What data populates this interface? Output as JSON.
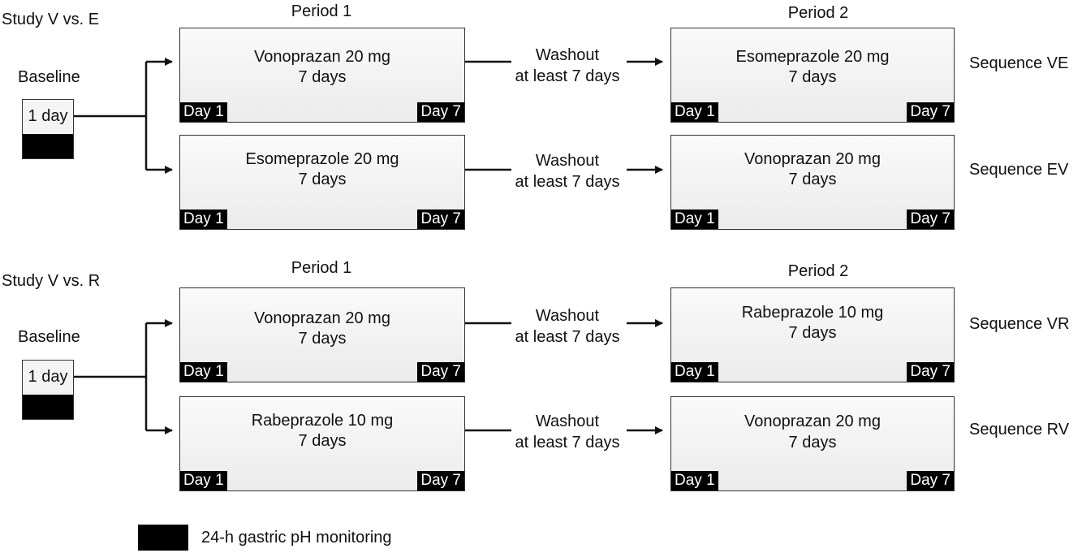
{
  "studies": [
    {
      "title": "Study V vs. E",
      "period1_label": "Period 1",
      "period2_label": "Period 2",
      "baseline_label": "Baseline",
      "baseline_box": "1 day",
      "arms": [
        {
          "p1_drug": "Vonoprazan 20 mg",
          "p1_duration": "7 days",
          "washout_line1": "Washout",
          "washout_line2": "at least 7 days",
          "p2_drug": "Esomeprazole 20 mg",
          "p2_duration": "7 days",
          "sequence": "Sequence VE",
          "day_start": "Day 1",
          "day_end": "Day 7"
        },
        {
          "p1_drug": "Esomeprazole 20 mg",
          "p1_duration": "7 days",
          "washout_line1": "Washout",
          "washout_line2": "at least 7 days",
          "p2_drug": "Vonoprazan 20 mg",
          "p2_duration": "7 days",
          "sequence": "Sequence EV",
          "day_start": "Day 1",
          "day_end": "Day 7"
        }
      ]
    },
    {
      "title": "Study V vs. R",
      "period1_label": "Period 1",
      "period2_label": "Period 2",
      "baseline_label": "Baseline",
      "baseline_box": "1 day",
      "arms": [
        {
          "p1_drug": "Vonoprazan 20 mg",
          "p1_duration": "7 days",
          "washout_line1": "Washout",
          "washout_line2": "at least 7 days",
          "p2_drug": "Rabeprazole 10 mg",
          "p2_duration": "7 days",
          "sequence": "Sequence VR",
          "day_start": "Day 1",
          "day_end": "Day 7"
        },
        {
          "p1_drug": "Rabeprazole 10 mg",
          "p1_duration": "7 days",
          "washout_line1": "Washout",
          "washout_line2": "at least 7 days",
          "p2_drug": "Vonoprazan 20 mg",
          "p2_duration": "7 days",
          "sequence": "Sequence RV",
          "day_start": "Day 1",
          "day_end": "Day 7"
        }
      ]
    }
  ],
  "legend": {
    "label": "24-h gastric pH monitoring"
  }
}
